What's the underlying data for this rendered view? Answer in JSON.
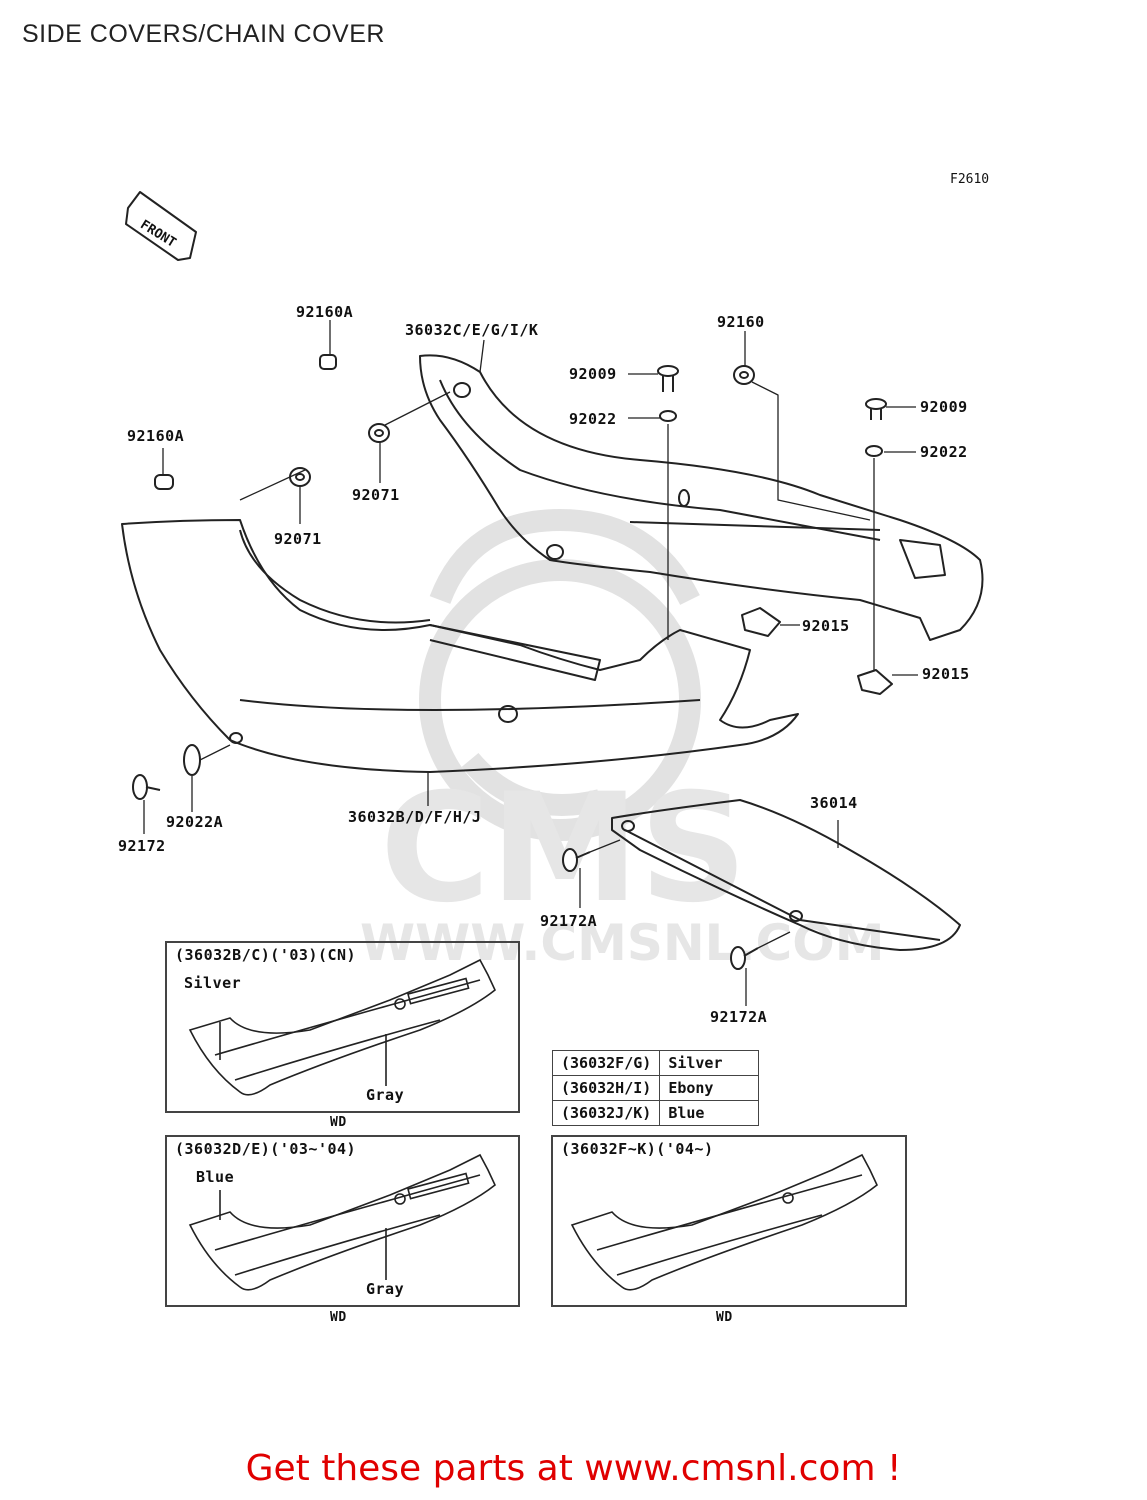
{
  "title": "SIDE COVERS/CHAIN COVER",
  "figure_code": "F2610",
  "front_marker": "FRONT",
  "watermark": "CMS",
  "watermark_url": "WWW.CMSNL.COM",
  "parts": {
    "p92160A_top": "92160A",
    "p36032C": "36032C/E/G/I/K",
    "p92160": "92160",
    "p92009_left": "92009",
    "p92022_left": "92022",
    "p92009_right": "92009",
    "p92022_right": "92022",
    "p92160A_left": "92160A",
    "p92071_a": "92071",
    "p92071_b": "92071",
    "p92015_a": "92015",
    "p92015_b": "92015",
    "p92022A": "92022A",
    "p92172": "92172",
    "p36032B": "36032B/D/F/H/J",
    "p36014": "36014",
    "p92172A_a": "92172A",
    "p92172A_b": "92172A"
  },
  "insets": {
    "inset1": {
      "title": "(36032B/C)('03)(CN)",
      "label_a": "Silver",
      "label_b": "Gray",
      "caption": "WD"
    },
    "inset2": {
      "title": "(36032D/E)('03~'04)",
      "label_a": "Blue",
      "label_b": "Gray",
      "caption": "WD"
    },
    "inset3": {
      "title": "(36032F~K)('04~)",
      "caption": "WD"
    }
  },
  "color_table": [
    {
      "code": "(36032F/G)",
      "color": "Silver"
    },
    {
      "code": "(36032H/I)",
      "color": "Ebony"
    },
    {
      "code": "(36032J/K)",
      "color": "Blue"
    }
  ],
  "footer": "Get these parts at www.cmsnl.com !",
  "colors": {
    "footer": "#e00000",
    "line": "#222222",
    "watermark": "#e4e4e4"
  }
}
